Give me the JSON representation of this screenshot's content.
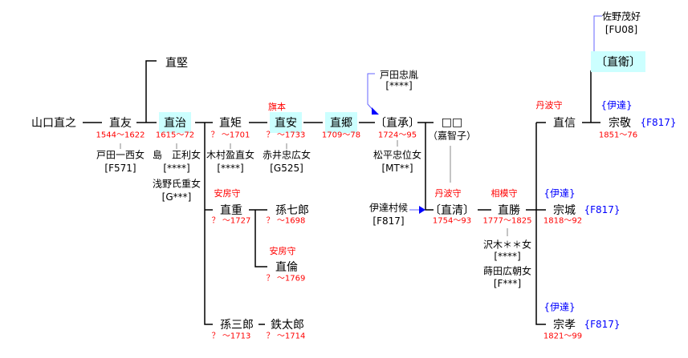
{
  "people": {
    "naoyuki": {
      "name": "山口直之"
    },
    "naotomo": {
      "name": "直友",
      "years": "1544〜1622",
      "wife": "戸田一西女",
      "wife_code": "[F571]"
    },
    "naokata": {
      "name": "直堅"
    },
    "naoharu": {
      "name": "直治",
      "years": "1615〜72",
      "wife1": "島　正利女",
      "wife1_code": "[****]",
      "wife2": "浅野氏重女",
      "wife2_code": "[G***]"
    },
    "naonori": {
      "name": "直矩",
      "years": "？ 〜1701",
      "wife": "木村盈直女",
      "wife_code": "[****]"
    },
    "naoyasu": {
      "title": "旗本",
      "name": "直安",
      "years": "？ 〜1733",
      "wife": "赤井忠広女",
      "wife_code": "[G525]"
    },
    "naosato": {
      "name": "直郷",
      "years": "1709〜78"
    },
    "naotsugu": {
      "name": "〔直承〕",
      "years": "1724〜95",
      "wife": "松平忠位女",
      "wife_code": "[MT**]",
      "origin": "戸田忠胤",
      "origin_code": "[****]"
    },
    "unknown": {
      "name": "□□",
      "note": "（嘉智子）"
    },
    "naokiyo": {
      "title": "丹波守",
      "name": "〔直清〕",
      "years": "1754〜93",
      "origin": "伊達村候",
      "origin_code": "[F817]"
    },
    "naokatsu": {
      "title": "相模守",
      "name": "直勝",
      "years": "1777〜1825",
      "wife1": "沢木＊＊女",
      "wife1_code": "[****]",
      "wife2": "蒔田広朝女",
      "wife2_code": "[F***]"
    },
    "naoshige": {
      "title": "安房守",
      "name": "直重",
      "years": "？ 〜1727"
    },
    "magoshichiro": {
      "name": "孫七郎",
      "years": "？ 〜1698"
    },
    "naomichi": {
      "title": "安房守",
      "name": "直倫",
      "years": "？ 〜1769"
    },
    "magosaburo": {
      "name": "孫三郎",
      "years": "？ 〜1713"
    },
    "tetsutaro": {
      "name": "鉄太郎",
      "years": "？ 〜1714"
    },
    "naonobu": {
      "title": "丹波守",
      "name": "直信"
    },
    "naomori": {
      "name": "〔直衛〕",
      "origin": "佐野茂好",
      "origin_code": "[FU08]"
    },
    "munetaka": {
      "clan": "{伊達}",
      "name": "宗敬",
      "code": "{F817}",
      "years": "1851〜76"
    },
    "munenari": {
      "clan": "{伊達}",
      "name": "宗城",
      "code": "{F817}",
      "years": "1818〜92"
    },
    "munetaka2": {
      "clan": "{伊達}",
      "name": "宗孝",
      "code": "{F817}",
      "years": "1821〜99"
    }
  },
  "colors": {
    "highlight": "#ccffff",
    "title": "#ff0000",
    "clan": "#0000ff",
    "arrow": "#0000ff"
  }
}
